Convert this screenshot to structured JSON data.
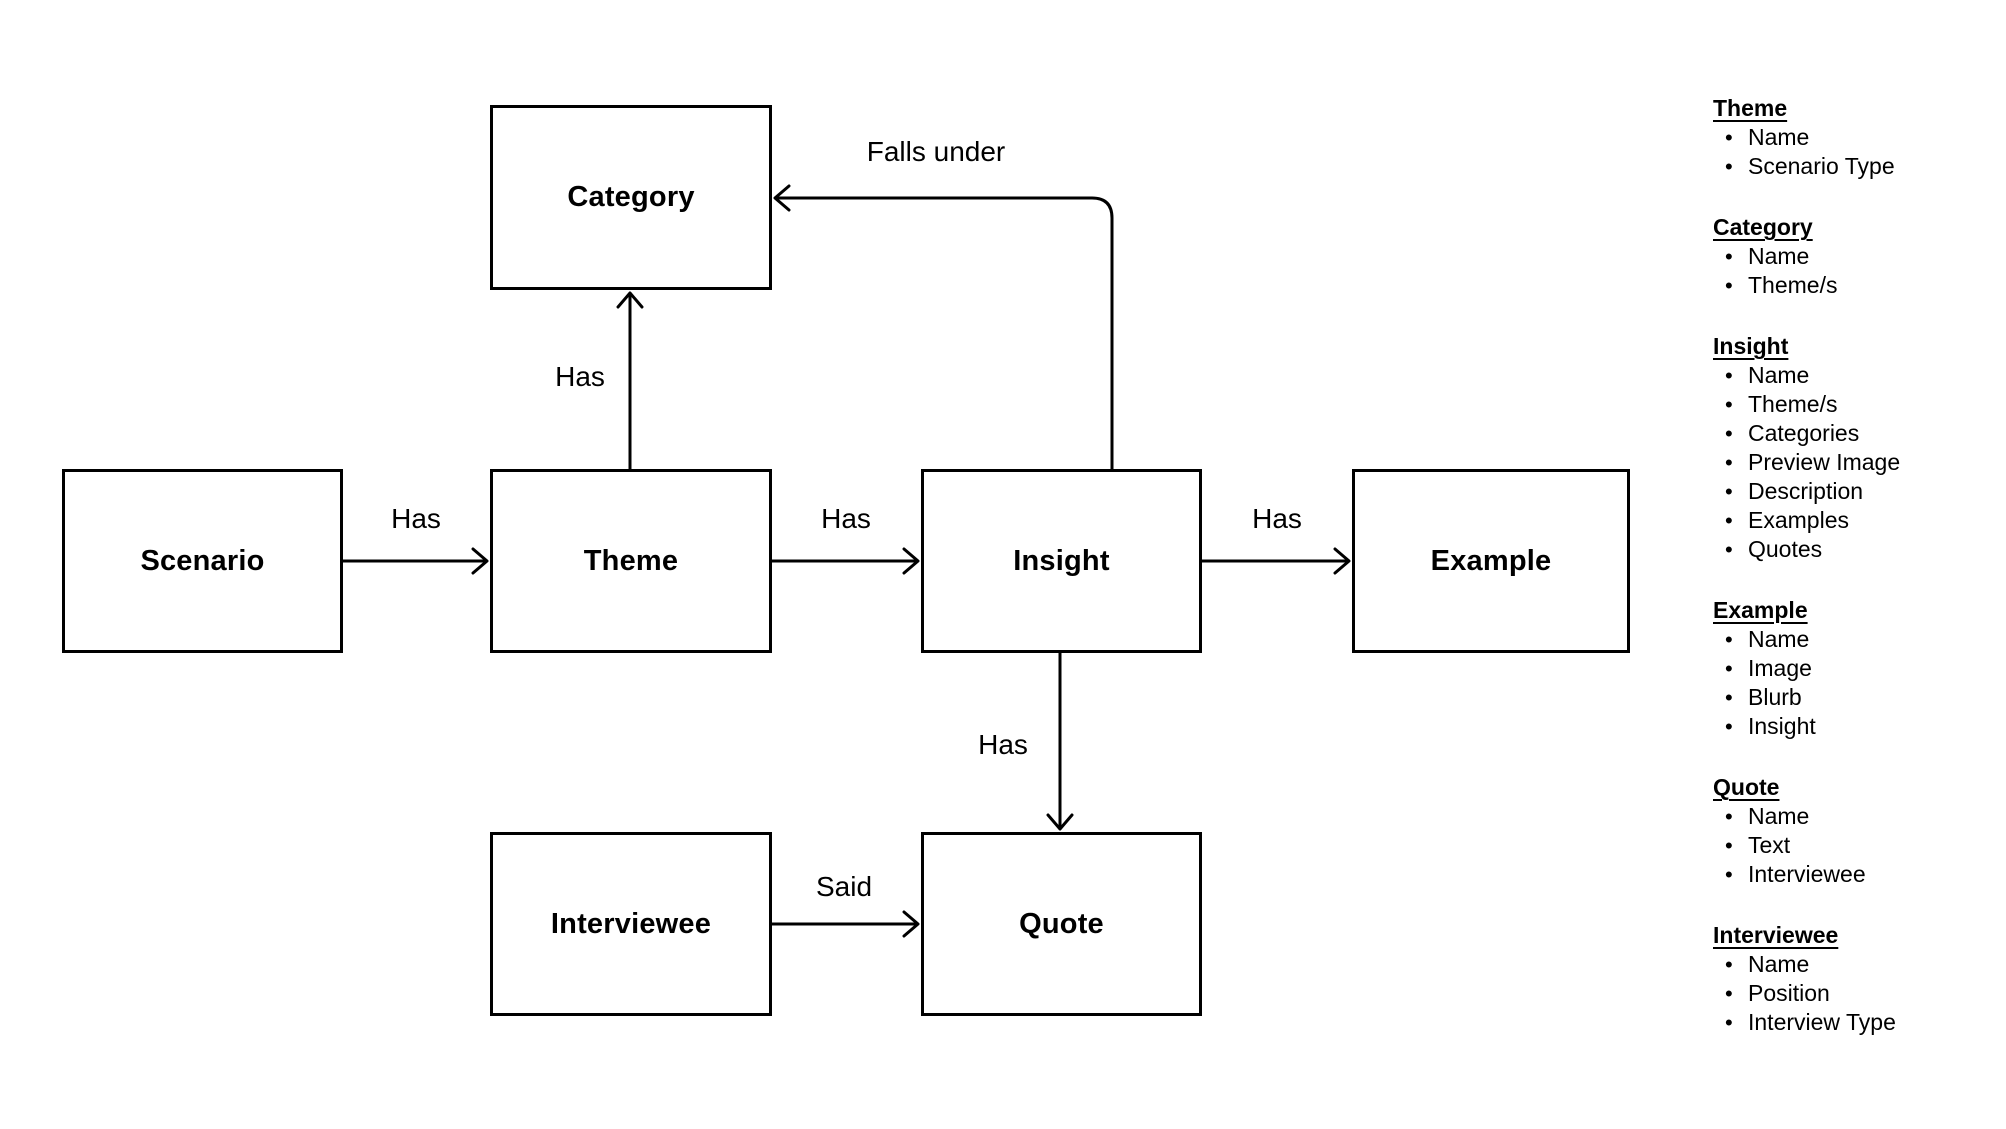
{
  "diagram": {
    "colors": {
      "ink": "#000000",
      "background": "#ffffff"
    },
    "nodes": [
      {
        "id": "scenario",
        "label": "Scenario"
      },
      {
        "id": "category",
        "label": "Category"
      },
      {
        "id": "theme",
        "label": "Theme"
      },
      {
        "id": "insight",
        "label": "Insight"
      },
      {
        "id": "example",
        "label": "Example"
      },
      {
        "id": "interviewee",
        "label": "Interviewee"
      },
      {
        "id": "quote",
        "label": "Quote"
      }
    ],
    "edges": [
      {
        "from": "Scenario",
        "to": "Theme",
        "label": "Has"
      },
      {
        "from": "Theme",
        "to": "Category",
        "label": "Has"
      },
      {
        "from": "Theme",
        "to": "Insight",
        "label": "Has"
      },
      {
        "from": "Insight",
        "to": "Example",
        "label": "Has"
      },
      {
        "from": "Insight",
        "to": "Category",
        "label": "Falls under"
      },
      {
        "from": "Insight",
        "to": "Quote",
        "label": "Has"
      },
      {
        "from": "Interviewee",
        "to": "Quote",
        "label": "Said"
      }
    ]
  },
  "legend": {
    "sections": [
      {
        "title": "Theme",
        "items": [
          "Name",
          "Scenario Type"
        ]
      },
      {
        "title": "Category",
        "items": [
          "Name",
          "Theme/s"
        ]
      },
      {
        "title": "Insight",
        "items": [
          "Name",
          "Theme/s",
          "Categories",
          "Preview Image",
          "Description",
          "Examples",
          "Quotes"
        ]
      },
      {
        "title": "Example",
        "items": [
          "Name",
          "Image",
          "Blurb",
          "Insight"
        ]
      },
      {
        "title": "Quote",
        "items": [
          "Name",
          "Text",
          "Interviewee"
        ]
      },
      {
        "title": "Interviewee",
        "items": [
          "Name",
          "Position",
          "Interview Type"
        ]
      }
    ]
  }
}
